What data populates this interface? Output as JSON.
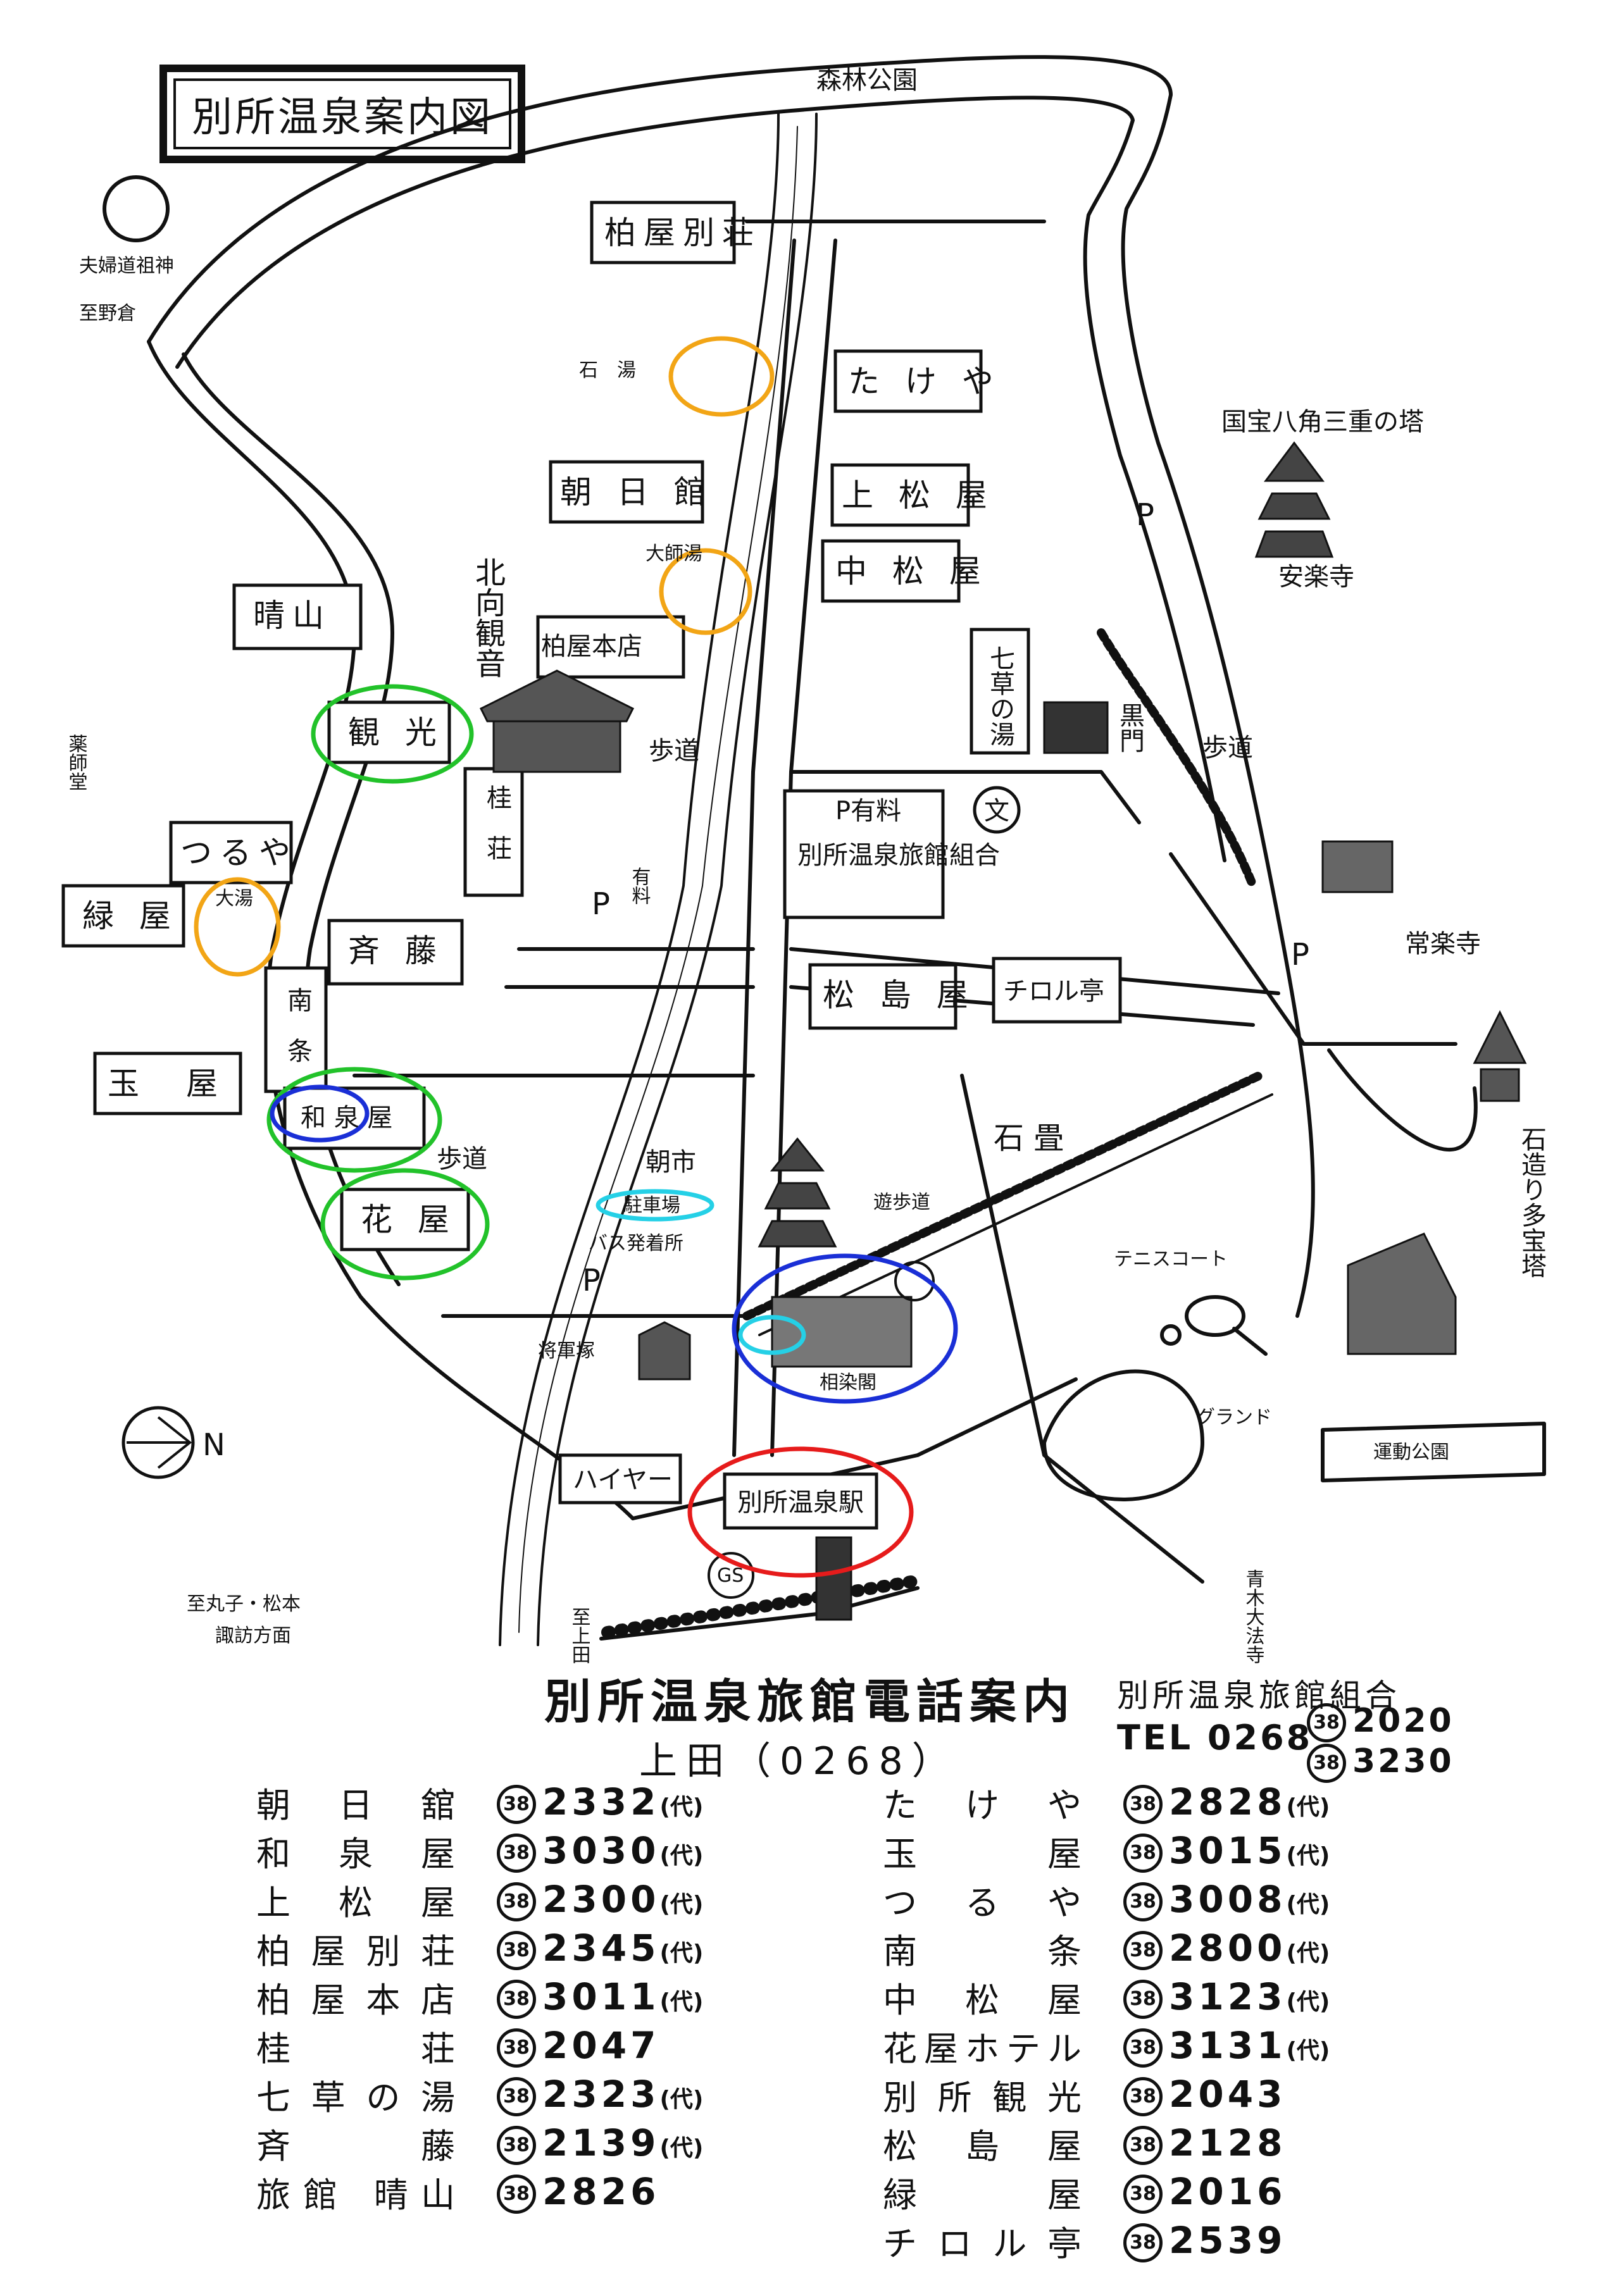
{
  "map": {
    "title": "別所温泉案内図",
    "labels": {
      "shinrin_koen": "森林公園",
      "fufu_dosojin": "夫婦道祖神",
      "itaru_nogura": "至野倉",
      "kashiwaya_bessou": "柏屋別荘",
      "ishiyu": "石　湯",
      "takeya": "た け や",
      "asahikan": "朝 日 館",
      "uematsuya": "上 松 屋",
      "nakamatsuya": "中 松 屋",
      "kokuho_tou": "国宝八角三重の塔",
      "anrakuji": "安楽寺",
      "daishiyu": "大師湯",
      "kitamuki_kannon": "北向観音",
      "kashiwaya_honten": "柏屋本店",
      "haruyama": "晴山",
      "nanakusa_no_yu": "七草の湯",
      "kuromon": "黒門",
      "hodo_east": "歩道",
      "yakushido": "薬師堂",
      "kanko": "観 光",
      "hodo_center": "歩道",
      "katsurasou": "桂　荘",
      "p_yuryo": "P有料",
      "ryokan_kumiai": "別所温泉旅館組合",
      "bun": "文",
      "tsuruya": "つるや",
      "midoriya": "緑 屋",
      "oyu": "大湯",
      "saitou": "斉 藤",
      "nanjo": "南　条",
      "yuryo": "有料",
      "matsushimaya": "松 島 屋",
      "tirol": "チロル亭",
      "jorakuji": "常楽寺",
      "tamaya": "玉　屋",
      "izumiya": "和 泉 屋",
      "hodo_west": "歩道",
      "asaichi": "朝市",
      "chushajo": "駐車場",
      "ishidatami": "石 畳",
      "yuhodo": "遊歩道",
      "sekizou_tahoutou": "石造り多宝塔",
      "hanaya": "花 屋",
      "bus_terminal": "バス発着所",
      "tennis": "テニスコート",
      "shogunzuka": "将軍塚",
      "souzenkaku": "相染閣",
      "north": "N",
      "ground": "グランド",
      "undou_koen": "運動公園",
      "hire": "ハイヤー",
      "station": "別所温泉駅",
      "gs": "GS",
      "itaru_ueda": "至上田",
      "itaru_maruko": "至丸子・松本",
      "suwa": "諏訪方面",
      "aoki_daihouji": "青木大法寺",
      "p": "P"
    }
  },
  "phone_list": {
    "title": "別所温泉旅館電話案内",
    "area": "上田（0268）",
    "association": {
      "name": "別所温泉旅館組合",
      "tel_label": "TEL 0268",
      "prefix": "38",
      "numbers": [
        "2020",
        "3230"
      ]
    },
    "left": [
      {
        "name": "朝日舘",
        "prefix": "38",
        "number": "2332",
        "suffix": "(代)"
      },
      {
        "name": "和泉屋",
        "prefix": "38",
        "number": "3030",
        "suffix": "(代)"
      },
      {
        "name": "上松屋",
        "prefix": "38",
        "number": "2300",
        "suffix": "(代)"
      },
      {
        "name": "柏屋別荘",
        "prefix": "38",
        "number": "2345",
        "suffix": "(代)"
      },
      {
        "name": "柏屋本店",
        "prefix": "38",
        "number": "3011",
        "suffix": "(代)"
      },
      {
        "name": "桂荘",
        "prefix": "38",
        "number": "2047",
        "suffix": ""
      },
      {
        "name": "七草の湯",
        "prefix": "38",
        "number": "2323",
        "suffix": "(代)"
      },
      {
        "name": "斉藤",
        "prefix": "38",
        "number": "2139",
        "suffix": "(代)"
      },
      {
        "name": "旅館 晴山",
        "prefix": "38",
        "number": "2826",
        "suffix": ""
      }
    ],
    "right": [
      {
        "name": "たけや",
        "prefix": "38",
        "number": "2828",
        "suffix": "(代)"
      },
      {
        "name": "玉屋",
        "prefix": "38",
        "number": "3015",
        "suffix": "(代)"
      },
      {
        "name": "つるや",
        "prefix": "38",
        "number": "3008",
        "suffix": "(代)"
      },
      {
        "name": "南条",
        "prefix": "38",
        "number": "2800",
        "suffix": "(代)"
      },
      {
        "name": "中松屋",
        "prefix": "38",
        "number": "3123",
        "suffix": "(代)"
      },
      {
        "name": "花屋ホテル",
        "prefix": "38",
        "number": "3131",
        "suffix": "(代)"
      },
      {
        "name": "別所観光",
        "prefix": "38",
        "number": "2043",
        "suffix": ""
      },
      {
        "name": "松島屋",
        "prefix": "38",
        "number": "2128",
        "suffix": ""
      },
      {
        "name": "緑屋",
        "prefix": "38",
        "number": "2016",
        "suffix": ""
      },
      {
        "name": "チロル亭",
        "prefix": "38",
        "number": "2539",
        "suffix": ""
      }
    ]
  },
  "colors": {
    "ink": "#111111",
    "green_circle": "#22c22a",
    "orange_circle": "#f2a516",
    "blue_circle": "#1a2fd6",
    "cyan_circle": "#25d0e6",
    "red_circle": "#e61b1b"
  }
}
